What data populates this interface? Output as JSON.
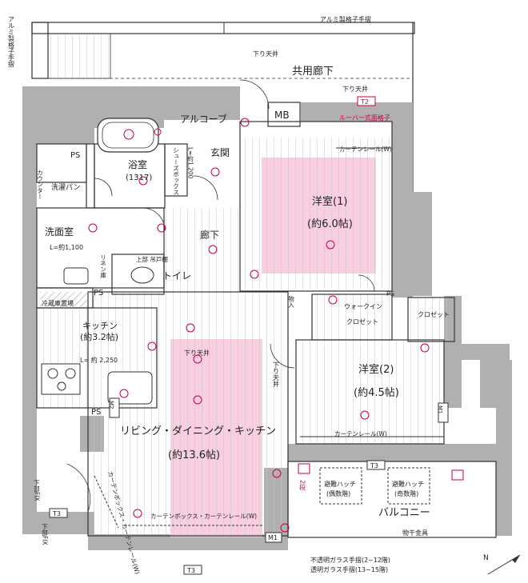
{
  "colors": {
    "wall": "#b0b0b0",
    "highlight": "#f7c9de",
    "floor_line": "#c7c7c7",
    "line": "#333333",
    "accent": "#c8003a"
  },
  "labels": {
    "railing_top": "アルミ製格子手摺",
    "railing_left": "アルミ製格子手摺",
    "ceiling_drop_top": "下り天井",
    "common_corridor": "共用廊下",
    "ceiling_drop_corridor": "下り天井",
    "louver_railing": "ルーバー式面格子",
    "alcove": "アルコーブ",
    "mb": "MB",
    "ps_top": "PS",
    "bath": "浴室",
    "bath_size": "(1317)",
    "entrance": "玄関",
    "shoe_box": "シューズボックス",
    "shoe_box_dim": "L=約1,200",
    "counter": "カウンター",
    "washer_pan": "洗濯パン",
    "washroom": "洗面室",
    "washroom_dim": "L=約1,100",
    "linen": "リネン庫",
    "upper_shelf": "上部\n吊戸棚",
    "toilet": "トイレ",
    "ps_mid": "PS",
    "corridor": "廊下",
    "fridge": "冷蔵庫置場",
    "kitchen": "キッチン",
    "kitchen_size": "(約3.2帖)",
    "kitchen_dim": "L= 約 2,250",
    "ps_low": "PS",
    "ceiling_drop_ldk": "下り天井",
    "ldk": "リビング・ダイニング・キッチン",
    "ldk_size": "(約13.6帖)",
    "curtain_box_left": "カーテンボックス・カーテンレール(W)",
    "curtain_box_bottom": "カーテンボックス・カーテンレール(W)",
    "western1": "洋室(1)",
    "western1_size": "(約6.0帖)",
    "curtain_rail_1": "カーテンレール(W)",
    "storage_1": "物入",
    "walk_in": "ウォークイン",
    "walk_in2": "クロゼット",
    "ps_right": "PS",
    "closet": "クロゼット",
    "ceiling_drop_right": "下り天井",
    "western2": "洋室(2)",
    "western2_size": "(約4.5帖)",
    "curtain_rail_2": "カーテンレール(W)",
    "balcony": "バルコニー",
    "hatch1": "避難ハッチ",
    "hatch1_sub": "(偶数階)",
    "hatch2": "避難ハッチ",
    "hatch2_sub": "(奇数階)",
    "drying_rack": "物干金具",
    "glass_note1": "不透明ガラス手摺(2~12階)",
    "glass_note2": "透明ガラス手摺(13~15階)",
    "fix_upper": "下部FIX",
    "fix_lower": "下部FIX",
    "tag_t2": "T2",
    "tag_t3_a": "T3",
    "tag_t3_b": "T3",
    "tag_t3_c": "T3",
    "tag_m1_a": "M1",
    "tag_m1_b": "M1",
    "tag_m2": "M2",
    "two_step": "2段",
    "compass": "N"
  }
}
